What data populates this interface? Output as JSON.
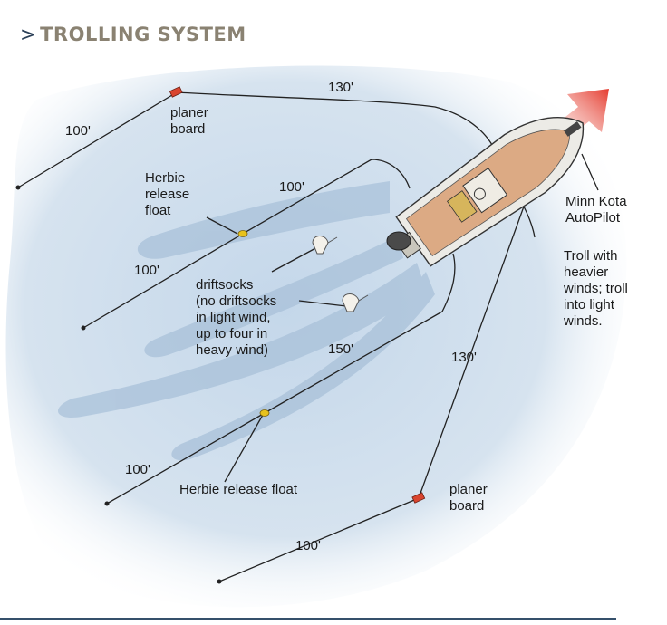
{
  "title": {
    "chevron": ">",
    "text": "TROLLING SYSTEM"
  },
  "labels": {
    "top_planer_board": "planer\nboard",
    "line_130_top": "130'",
    "line_100_top_left": "100'",
    "herbie_release_float_top": "Herbie\nrelease\nfloat",
    "line_100_mid": "100'",
    "line_100_left_mid": "100'",
    "driftsocks": "driftsocks\n(no driftsocks\nin light wind,\nup to four in\nheavy wind)",
    "line_150": "150'",
    "line_130_right": "130'",
    "line_100_bottom_left": "100'",
    "herbie_release_float_bottom": "Herbie release float",
    "bottom_planer_board": "planer\nboard",
    "line_100_bottom": "100'",
    "autopilot": "Minn Kota\nAutoPilot",
    "troll_note": "Troll with\nheavier\nwinds; troll\ninto light\nwinds."
  },
  "colors": {
    "water": "#c9dbeb",
    "wake": "#aac2da",
    "arrow": "#e85a4f",
    "hull": "#e8e6e0",
    "deck": "#d9a880",
    "line": "#222222",
    "float": "#e8c21c",
    "title": "#8a8272",
    "rule": "#35506b"
  }
}
